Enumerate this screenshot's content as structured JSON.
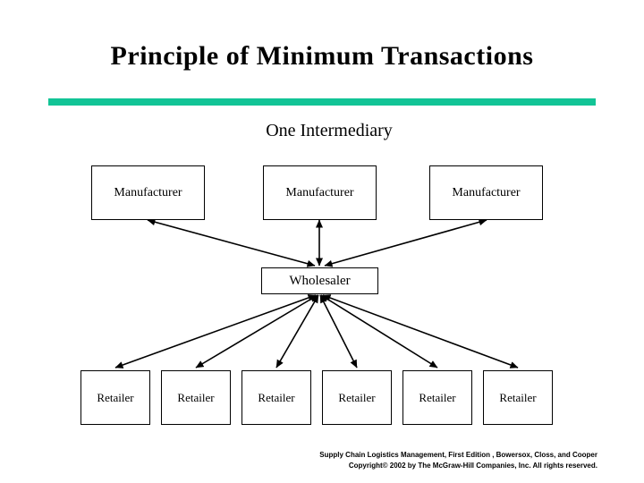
{
  "slide": {
    "title": "Principle of Minimum Transactions",
    "subtitle": "One Intermediary",
    "accent_color": "#12c496"
  },
  "diagram": {
    "manufacturers": [
      "Manufacturer",
      "Manufacturer",
      "Manufacturer"
    ],
    "wholesaler": "Wholesaler",
    "retailers": [
      "Retailer",
      "Retailer",
      "Retailer",
      "Retailer",
      "Retailer",
      "Retailer"
    ]
  },
  "footer": {
    "line1": "Supply Chain Logistics Management, First Edition , Bowersox, Closs, and Cooper",
    "line2": "Copyright© 2002 by The McGraw-Hill Companies, Inc. All rights reserved."
  }
}
